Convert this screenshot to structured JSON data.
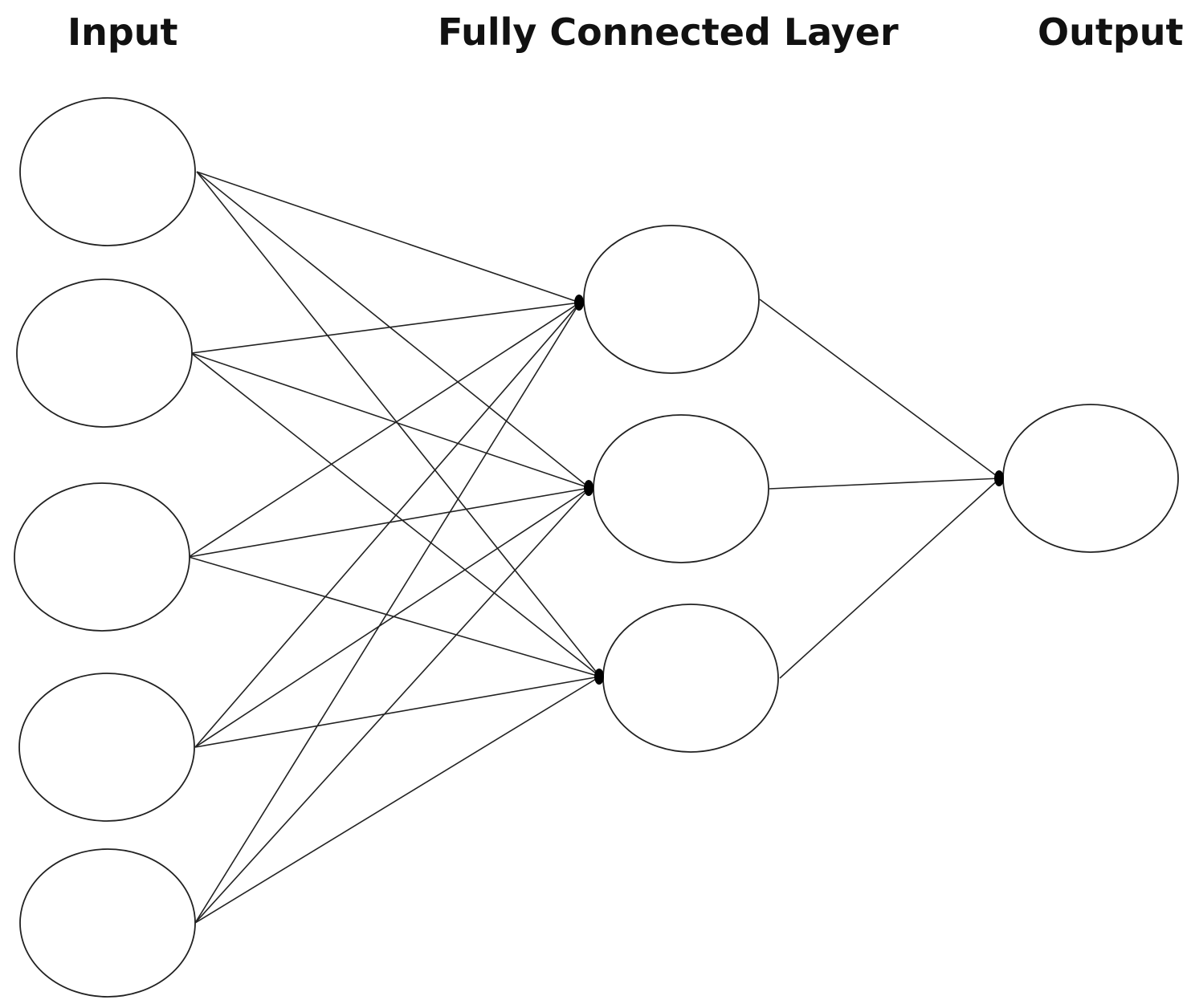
{
  "labels": {
    "input": "Input",
    "hidden": "Fully Connected Layer",
    "output": "Output"
  },
  "layers": {
    "input_nodes": 5,
    "hidden_nodes": 3,
    "output_nodes": 1
  },
  "colors": {
    "stroke": "#222222",
    "node_fill": "#ffffff",
    "arrowhead": "#000000",
    "text": "#111111"
  }
}
